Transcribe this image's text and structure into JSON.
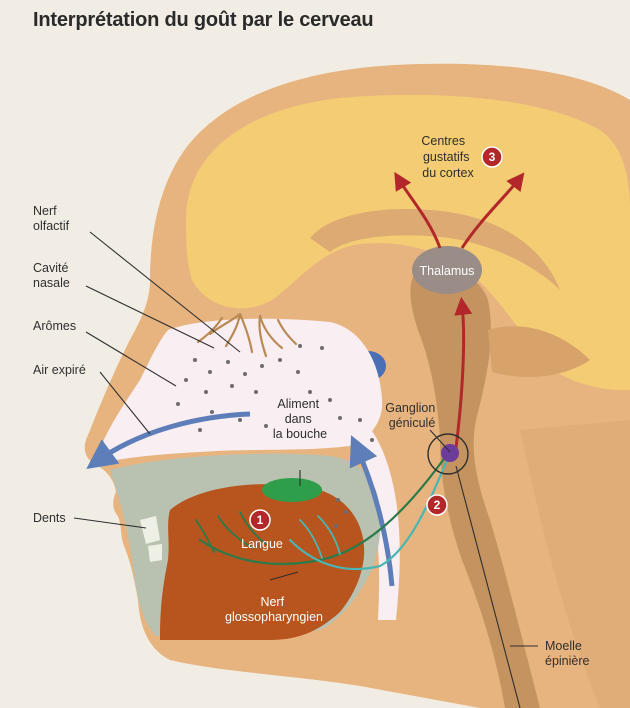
{
  "title": "Interprétation du goût par le cerveau",
  "labels": {
    "nerf_olfactif": [
      "Nerf",
      "olfactif"
    ],
    "cavite_nasale": [
      "Cavité",
      "nasale"
    ],
    "aromes": "Arômes",
    "air_expire": "Air expiré",
    "dents": "Dents",
    "aliment": [
      "Aliment",
      "dans",
      "la bouche"
    ],
    "ganglion": [
      "Ganglion",
      "géniculé"
    ],
    "thalamus": "Thalamus",
    "centres": [
      "Centres",
      "gustatifs",
      "du cortex"
    ],
    "langue": "Langue",
    "nerf_glosso": [
      "Nerf",
      "glossopharyngien"
    ],
    "moelle": [
      "Moelle",
      "épinière"
    ]
  },
  "steps": [
    "1",
    "2",
    "3"
  ],
  "colors": {
    "background": "#f1ede4",
    "skin": "#e7b47f",
    "brain": "#f3cc74",
    "brainstem": "#c4935f",
    "thalamus": "#9a8c86",
    "nasal_cavity": "#f9eef2",
    "mouth_cavity": "#b9c2b0",
    "tongue": "#b8541d",
    "food": "#2e9e4a",
    "ganglion": "#6b3c9a",
    "arrow_red": "#b3272a",
    "arrow_blue": "#5d7eb8",
    "nerve_green": "#2b7a4a",
    "nerve_teal": "#4ab6b3",
    "marker": "#b3272a"
  }
}
